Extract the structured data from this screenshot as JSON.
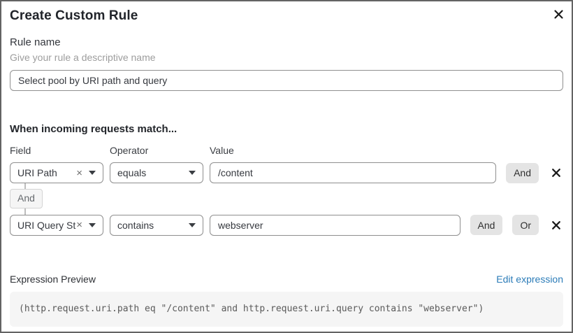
{
  "dialog": {
    "title": "Create Custom Rule"
  },
  "icons": {
    "clear": "×"
  },
  "rule_name": {
    "label": "Rule name",
    "hint": "Give your rule a descriptive name",
    "value": "Select pool by URI path and query"
  },
  "matcher": {
    "heading": "When incoming requests match...",
    "columns": {
      "field": "Field",
      "operator": "Operator",
      "value": "Value"
    },
    "connector": "And",
    "rows": [
      {
        "field": "URI Path",
        "operator": "equals",
        "value": "/content",
        "and_label": "And"
      },
      {
        "field": "URI Query St...",
        "operator": "contains",
        "value": "webserver",
        "and_label": "And",
        "or_label": "Or"
      }
    ]
  },
  "expression_preview": {
    "label": "Expression Preview",
    "edit_link": "Edit expression",
    "code": "(http.request.uri.path eq \"/content\" and http.request.uri.query contains \"webserver\")"
  },
  "colors": {
    "link_blue": "#2c7cb8",
    "control_border": "#8f8f8f",
    "button_bg": "#e4e4e4",
    "code_bg": "#f5f5f5"
  }
}
